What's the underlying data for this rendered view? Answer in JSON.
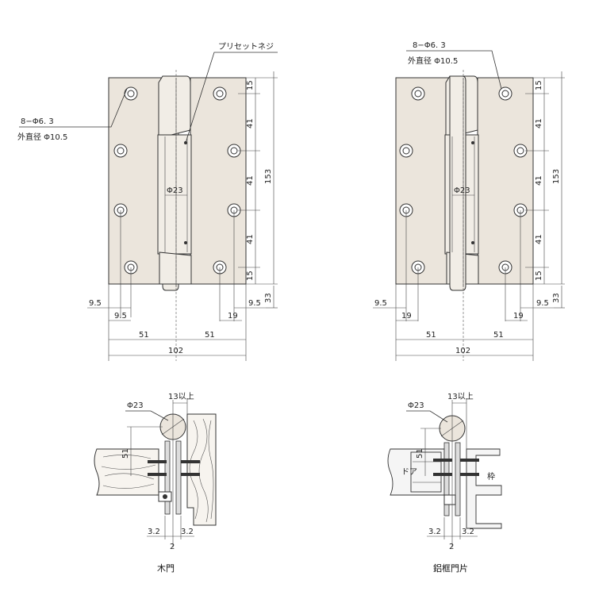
{
  "hinge_front": {
    "preset_screw_label": "プリセットネジ",
    "hole_spec_count": "8−Φ6. 3",
    "hole_spec_outer": "外直径 Φ10.5",
    "pin_dia": "Φ23",
    "vertical_dims": [
      "15",
      "41",
      "41",
      "41",
      "15"
    ],
    "total_height": "153",
    "bottom_offset": "33",
    "edge_left": "9.5",
    "edge_left_inner": "9.5",
    "hole_pitch": "19",
    "edge_right": "9.5",
    "half_width_left": "51",
    "half_width_right": "51",
    "total_width": "102"
  },
  "hinge_front_right": {
    "hole_spec_count": "8−Φ6. 3",
    "hole_spec_outer": "外直径 Φ10.5",
    "pin_dia": "Φ23",
    "vertical_dims": [
      "15",
      "41",
      "41",
      "41",
      "15"
    ],
    "total_height": "153",
    "bottom_offset": "33",
    "edge_left": "9.5",
    "hole_pitch_left": "19",
    "hole_pitch_right": "19",
    "edge_right": "9.5",
    "half_width_left": "51",
    "half_width_right": "51",
    "total_width": "102"
  },
  "section_wood": {
    "pin_dia": "Φ23",
    "clearance": "13以上",
    "leaf_width": "51",
    "gap_left": "3.2",
    "gap_right": "3.2",
    "gap_center": "2",
    "caption": "木門"
  },
  "section_alu": {
    "pin_dia": "Φ23",
    "clearance": "13以上",
    "leaf_width": "51",
    "door_label": "ドア",
    "frame_label": "枠",
    "gap_left": "3.2",
    "gap_right": "3.2",
    "gap_center": "2",
    "caption": "鋁框門片"
  }
}
